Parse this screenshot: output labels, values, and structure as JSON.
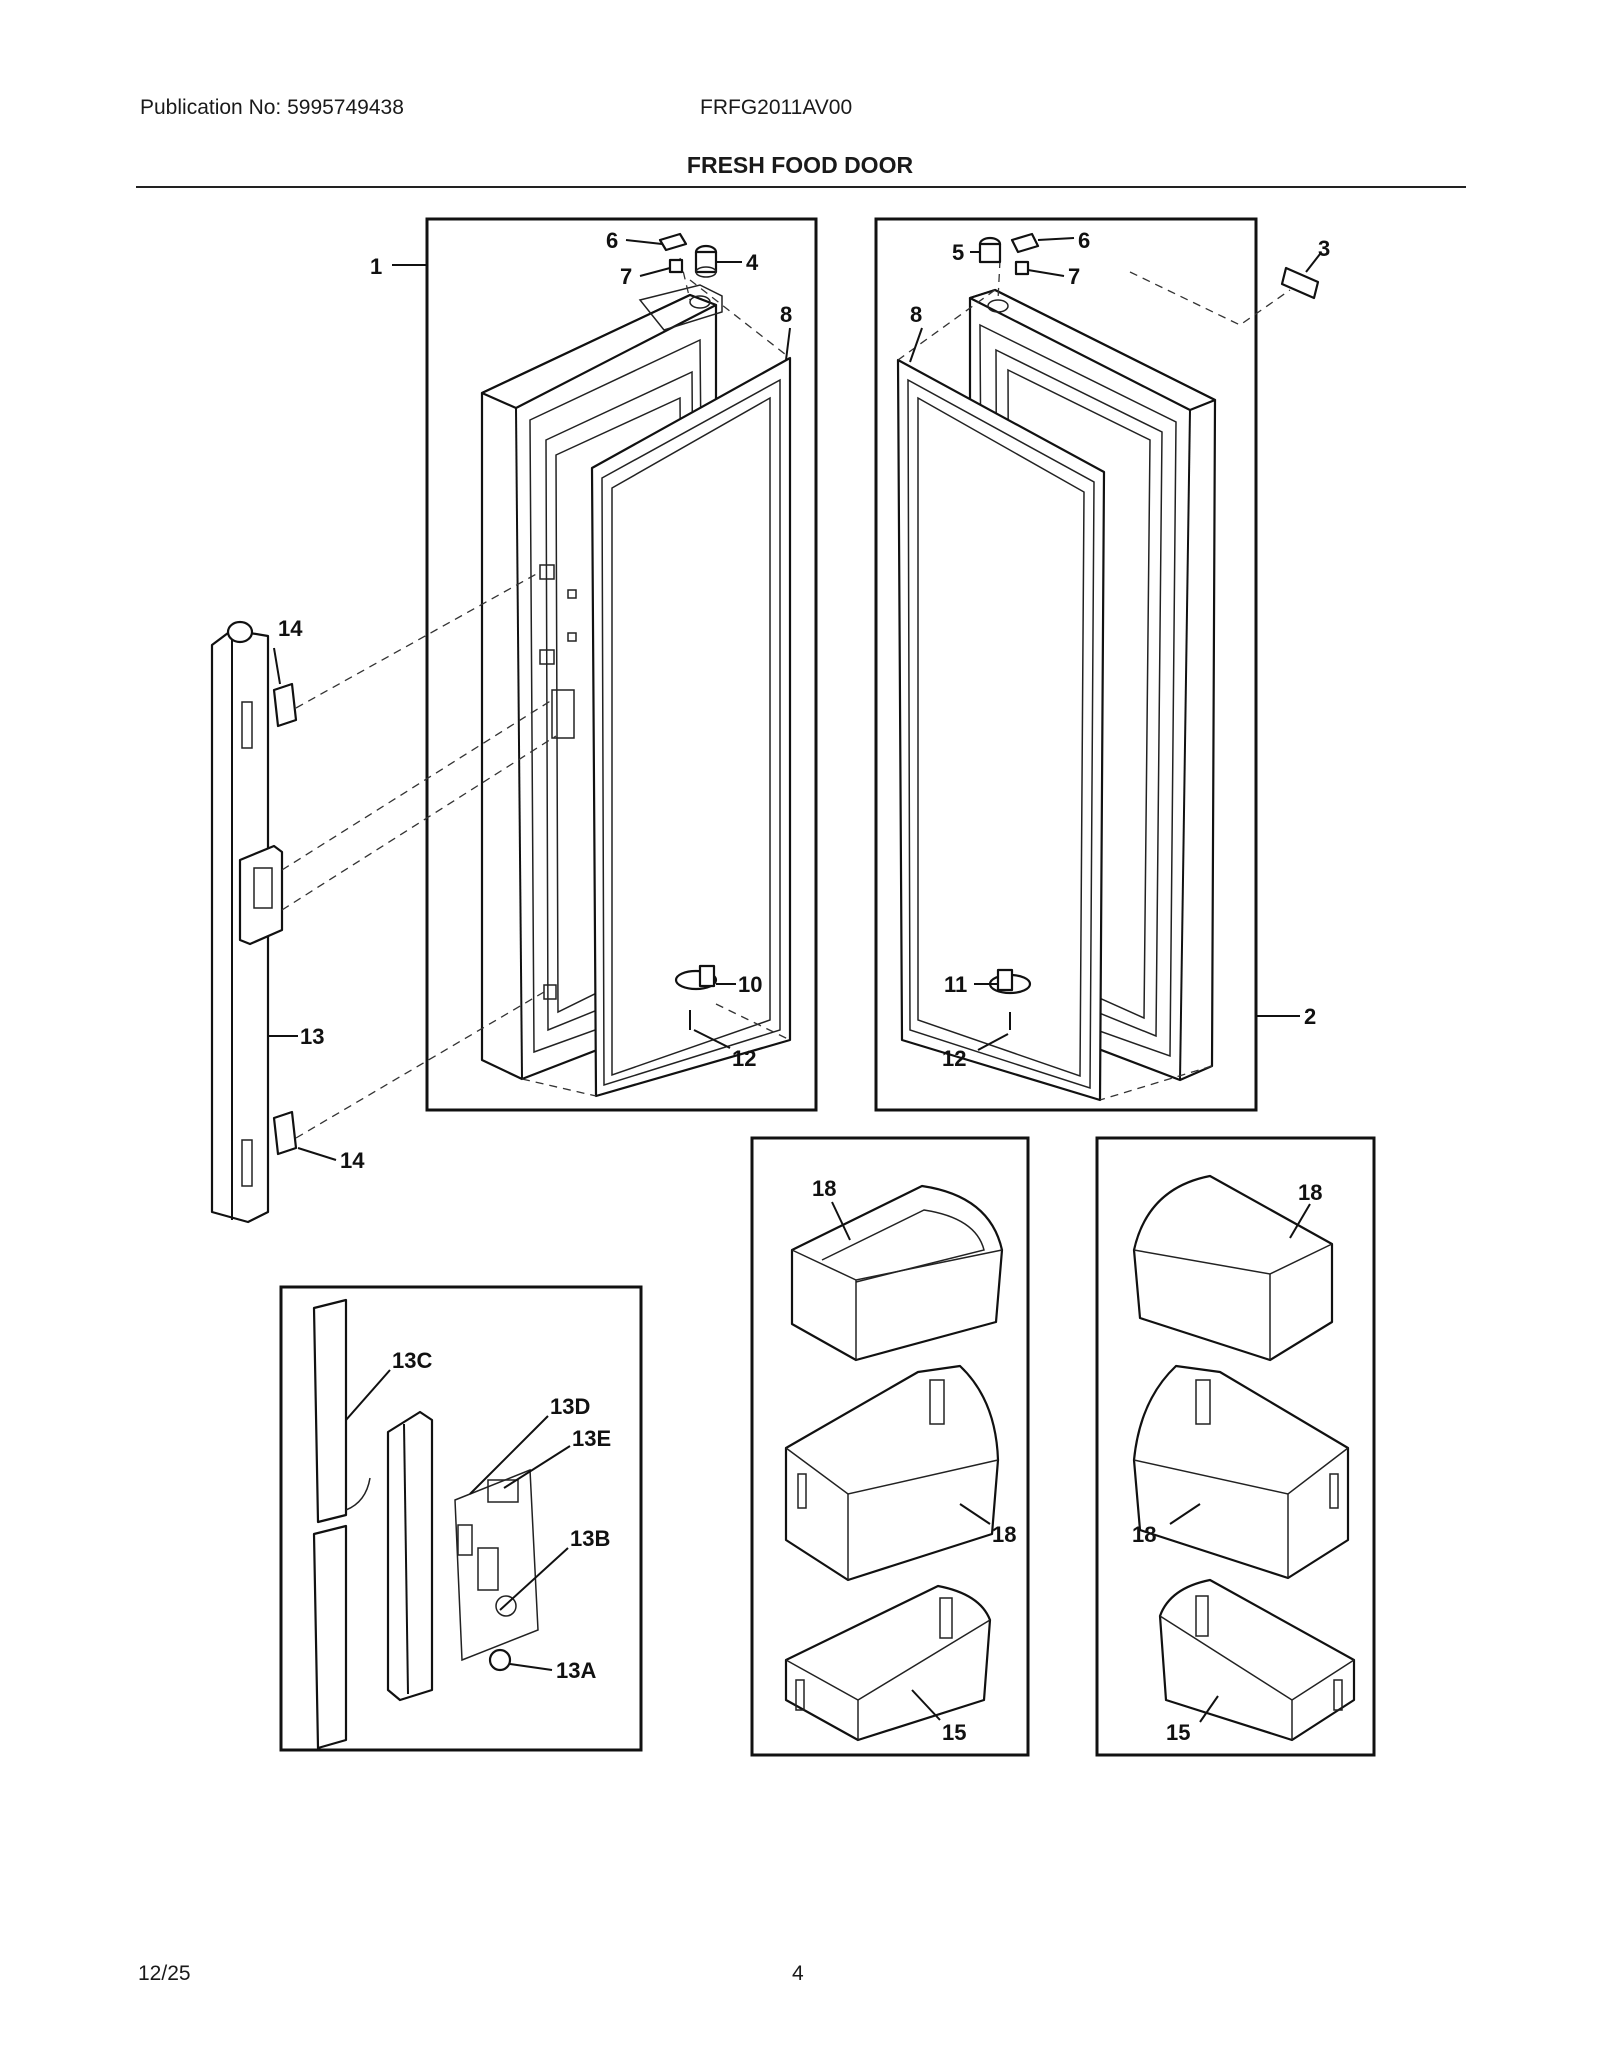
{
  "header": {
    "publication": "Publication No: 5995749438",
    "model": "FRFG2011AV00",
    "title": "FRESH FOOD DOOR"
  },
  "footer": {
    "date": "12/25",
    "page": "4"
  },
  "callouts": {
    "c1": "1",
    "c2": "2",
    "c3": "3",
    "c4": "4",
    "c5": "5",
    "c6l": "6",
    "c6r": "6",
    "c7l": "7",
    "c7r": "7",
    "c8l": "8",
    "c8r": "8",
    "c10": "10",
    "c11": "11",
    "c12l": "12",
    "c12r": "12",
    "c13": "13",
    "c14t": "14",
    "c14b": "14",
    "c13a": "13A",
    "c13b": "13B",
    "c13c": "13C",
    "c13d": "13D",
    "c13e": "13E",
    "c18a": "18",
    "c18b": "18",
    "c18c": "18",
    "c18d": "18",
    "c15l": "15",
    "c15r": "15"
  }
}
